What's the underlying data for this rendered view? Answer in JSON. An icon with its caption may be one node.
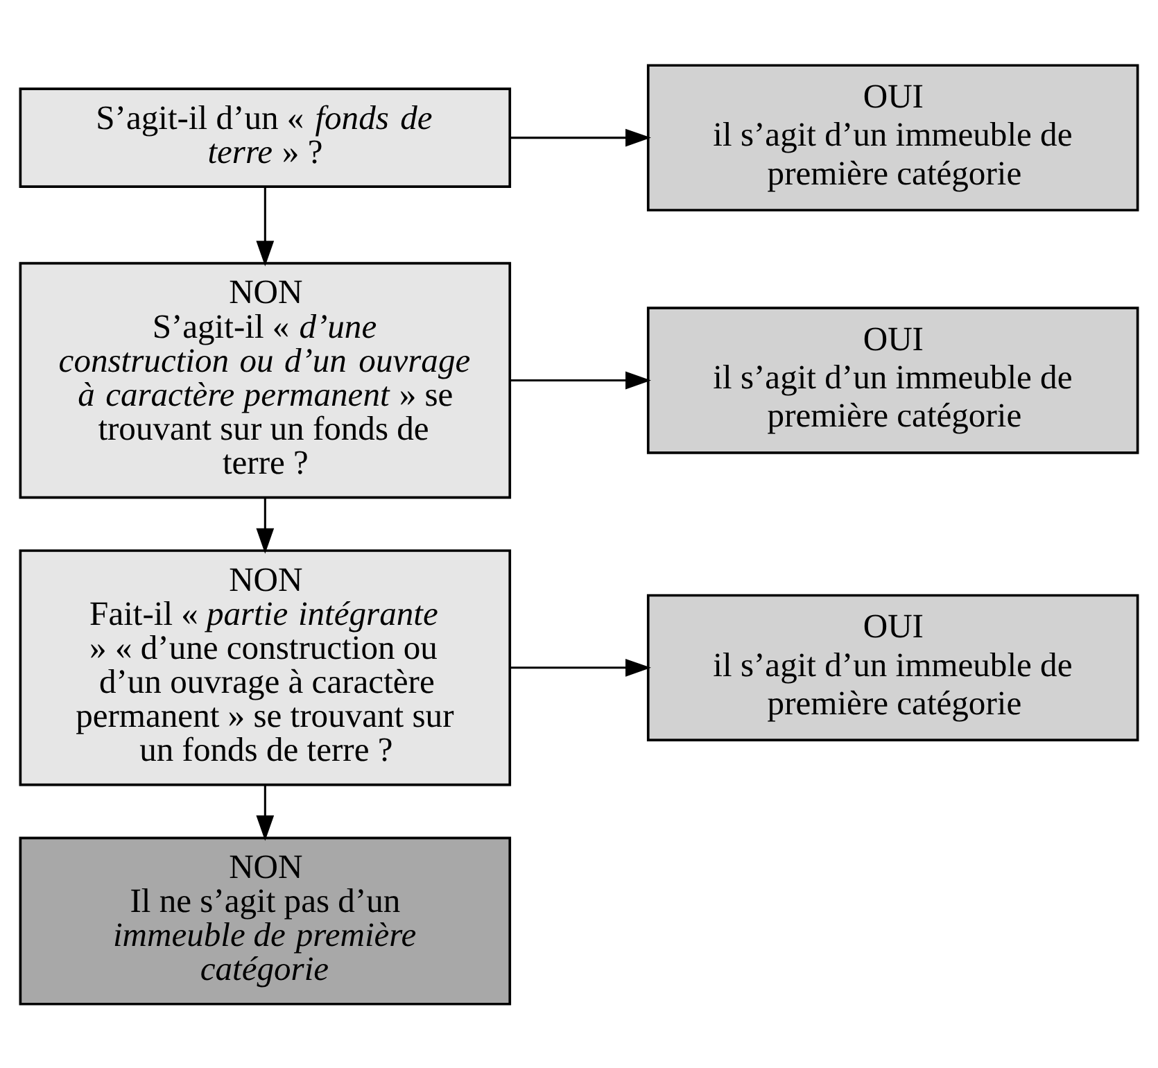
{
  "diagram": {
    "nodes": [
      {
        "text": [
          "S’agit-il d’un « *fonds de terre* » ?"
        ]
      },
      {
        "text": [
          "OUI",
          "il s’agit d’un immeuble de première catégorie"
        ]
      },
      {
        "text": [
          "NON",
          "S’agit-il « *d’une construction ou d’un ouvrage à caractère permanent* » se trouvant sur un fonds de terre ?"
        ]
      },
      {
        "text": [
          "OUI",
          "il s’agit d’un immeuble de première catégorie"
        ]
      },
      {
        "text": [
          "NON",
          "Fait-il « *partie intégrante* » « d’une construction ou d’un ouvrage à caractère permanent » se trouvant sur un fonds de terre ?"
        ]
      },
      {
        "text": [
          "OUI",
          "il s’agit d’un immeuble de première catégorie"
        ]
      },
      {
        "text": [
          "NON",
          "Il ne s’agit pas d’un *immeuble de première catégorie*"
        ]
      }
    ],
    "edges": [
      {
        "from": 0,
        "to": 1,
        "arrow": "to"
      },
      {
        "from": 0,
        "to": 2,
        "arrow": "to"
      },
      {
        "from": 2,
        "to": 3,
        "arrow": "to"
      },
      {
        "from": 2,
        "to": 4,
        "arrow": "to"
      },
      {
        "from": 4,
        "to": 5,
        "arrow": "to"
      },
      {
        "from": 4,
        "to": 6,
        "arrow": "to"
      }
    ]
  }
}
